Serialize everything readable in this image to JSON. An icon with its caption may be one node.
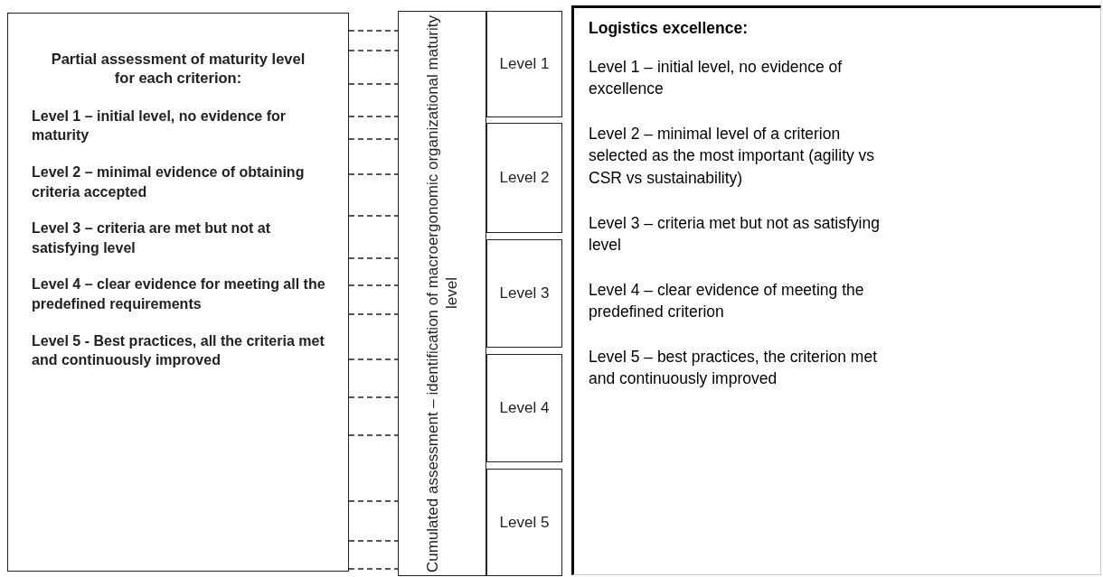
{
  "diagram": {
    "nodes": [
      {
        "text": [
          "Partial assessment of maturity level for each criterion:",
          "Level 1 – initial level, no evidence for maturity",
          "Level 2 – minimal evidence of obtaining criteria accepted",
          "Level 3 – criteria are met but not at  satisfying level",
          "Level 4 – clear evidence for meeting all the predefined requirements",
          "Level 5 - Best practices,  all the criteria met and continuously improved"
        ]
      },
      {
        "text": [
          "Cumulated assessment – identification of macroergonomic organizational maturity level"
        ]
      },
      {
        "text": [
          "Level 1"
        ]
      },
      {
        "text": [
          "Level 2"
        ]
      },
      {
        "text": [
          "Level 3"
        ]
      },
      {
        "text": [
          "Level 4"
        ]
      },
      {
        "text": [
          "Level 5"
        ]
      },
      {
        "text": [
          "Logistics excellence:",
          "Level 1 – initial level, no evidence of excellence",
          "Level 2 – minimal level of a criterion selected as the most important (agility vs CSR vs sustainability)",
          "Level 3 – criteria met but not as satisfying level",
          "Level 4 – clear evidence of meeting the predefined criterion",
          "Level 5 – best practices, the criterion met and continuously improved"
        ]
      }
    ],
    "edges": [
      {
        "from": 0,
        "to": 1,
        "arrow": "none",
        "style": "dashed"
      },
      {
        "from": 0,
        "to": 1,
        "arrow": "none",
        "style": "dashed"
      },
      {
        "from": 0,
        "to": 1,
        "arrow": "none",
        "style": "dashed"
      },
      {
        "from": 0,
        "to": 1,
        "arrow": "none",
        "style": "dashed"
      },
      {
        "from": 0,
        "to": 1,
        "arrow": "none",
        "style": "dashed"
      },
      {
        "from": 0,
        "to": 1,
        "arrow": "none",
        "style": "dashed"
      },
      {
        "from": 0,
        "to": 1,
        "arrow": "none",
        "style": "dashed"
      },
      {
        "from": 0,
        "to": 1,
        "arrow": "none",
        "style": "dashed"
      },
      {
        "from": 0,
        "to": 1,
        "arrow": "none",
        "style": "dashed"
      },
      {
        "from": 0,
        "to": 1,
        "arrow": "none",
        "style": "dashed"
      },
      {
        "from": 0,
        "to": 1,
        "arrow": "none",
        "style": "dashed"
      },
      {
        "from": 0,
        "to": 1,
        "arrow": "none",
        "style": "dashed"
      },
      {
        "from": 0,
        "to": 1,
        "arrow": "none",
        "style": "dashed"
      },
      {
        "from": 0,
        "to": 1,
        "arrow": "none",
        "style": "dashed"
      },
      {
        "from": 0,
        "to": 1,
        "arrow": "none",
        "style": "dashed"
      },
      {
        "from": 0,
        "to": 1,
        "arrow": "none",
        "style": "dashed"
      }
    ]
  }
}
